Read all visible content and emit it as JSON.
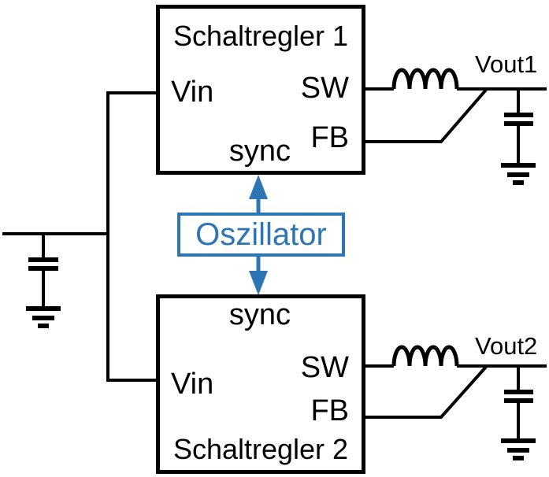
{
  "colors": {
    "accent": "#2E75B6",
    "wire": "#000000",
    "text": "#000000",
    "background": "#FFFFFF"
  },
  "regulator1": {
    "title": "Schaltregler 1",
    "pin_vin": "Vin",
    "pin_sw": "SW",
    "pin_fb": "FB",
    "pin_sync": "sync"
  },
  "regulator2": {
    "title": "Schaltregler 2",
    "pin_vin": "Vin",
    "pin_sw": "SW",
    "pin_fb": "FB",
    "pin_sync": "sync"
  },
  "oscillator": {
    "label": "Oszillator"
  },
  "outputs": {
    "out1": "Vout1",
    "out2": "Vout2"
  }
}
